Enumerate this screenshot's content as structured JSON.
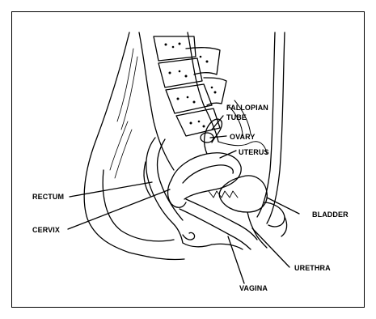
{
  "labels": {
    "fallopian_tube_line1": "FALLOPIAN",
    "fallopian_tube_line2": "TUBE",
    "ovary": "OVARY",
    "uterus": "UTERUS",
    "rectum": "RECTUM",
    "cervix": "CERVIX",
    "bladder": "BLADDER",
    "urethra": "URETHRA",
    "vagina": "VAGINA"
  },
  "colors": {
    "line": "#000000",
    "background": "#ffffff"
  }
}
